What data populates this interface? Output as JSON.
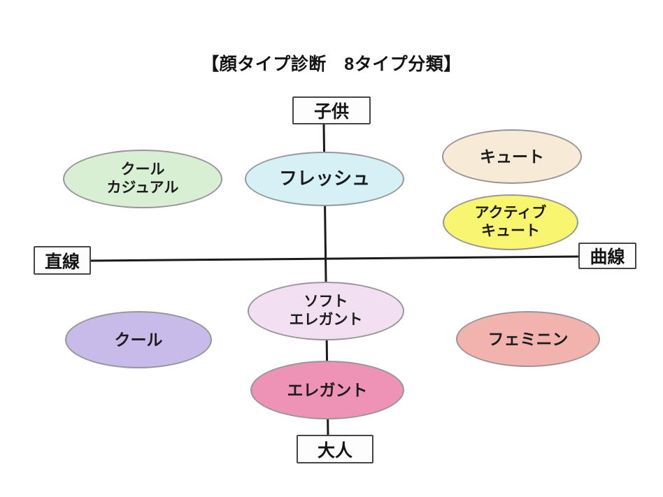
{
  "title": "【顔タイプ診断　8タイプ分類】",
  "axes": {
    "top": "子供",
    "bottom": "大人",
    "left": "直線",
    "right": "曲線"
  },
  "types": [
    {
      "id": "cool-casual",
      "label": "クール\nカジュアル",
      "fill": "#d9efd3"
    },
    {
      "id": "fresh",
      "label": "フレッシュ",
      "fill": "#d5f1f5"
    },
    {
      "id": "cute",
      "label": "キュート",
      "fill": "#f7ead6"
    },
    {
      "id": "active-cute",
      "label": "アクティブ\nキュート",
      "fill": "#f8f56e"
    },
    {
      "id": "soft-elegant",
      "label": "ソフト\nエレガント",
      "fill": "#f3dff2"
    },
    {
      "id": "cool",
      "label": "クール",
      "fill": "#c8bae9"
    },
    {
      "id": "feminine",
      "label": "フェミニン",
      "fill": "#f2b2ae"
    },
    {
      "id": "elegant",
      "label": "エレガント",
      "fill": "#ee93b6"
    }
  ],
  "colors": {
    "background": "#ffffff",
    "line": "#1a1a1a",
    "ellipse_border": "#979797",
    "box_border": "#454545",
    "text": "#141414"
  }
}
